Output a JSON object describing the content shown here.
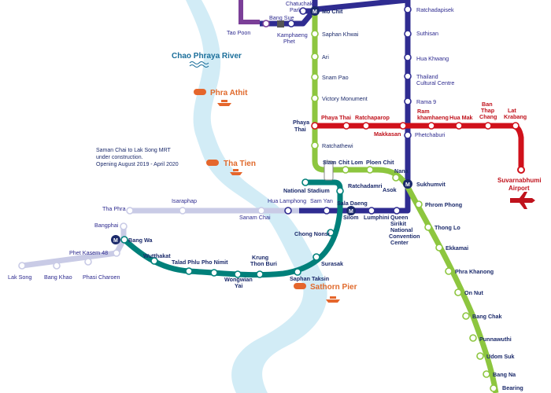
{
  "colors": {
    "river": "#d2ecf6",
    "sukhumvit_line": "#8dc63f",
    "silom_line": "#00807a",
    "mrt_blue": "#2f2c91",
    "mrt_purple": "#7b3f98",
    "airport_link": "#d0111b",
    "purple_ext": "#c9cbe6",
    "pier": "#e5662c"
  },
  "river": {
    "label": "Chao Phraya River"
  },
  "piers": [
    {
      "name": "Phra Athit"
    },
    {
      "name": "Tha Tien"
    },
    {
      "name": "Sathorn Pier"
    }
  ],
  "note": {
    "lines": [
      "Saman Chai to Lak Song MRT",
      "under construction.",
      "Opening August 2019 - April 2020"
    ]
  },
  "airport": {
    "lines": [
      "Suvarnabhumi",
      "Airport"
    ]
  },
  "stations": {
    "sukhumvit": [
      "Mo Chit",
      "Saphan Khwai",
      "Ari",
      "Snam Pao",
      "Victory Monument",
      "Phaya Thai",
      "Ratchathewi",
      "Siam",
      "Chit Lom",
      "Ploen Chit",
      "Nana",
      "Asok",
      "Phrom Phong",
      "Thong Lo",
      "Ekkamai",
      "Phra Khanong",
      "On Nut",
      "Bang Chak",
      "Punnawuthi",
      "Udom Suk",
      "Bang Na",
      "Bearing"
    ],
    "silom": [
      "National Stadium",
      "Ratchadamri",
      "Sala Daeng",
      "Chong Nonsi",
      "Surasak",
      "Saphan Taksin",
      "Krung Thon Buri",
      "Wongwian Yai",
      "Pho Nimit",
      "Talad Phlu",
      "Wutthakat",
      "Bang Wa"
    ],
    "mrt_blue": [
      "Ratchadapisek",
      "Suthisan",
      "Hua Khwang",
      "Thailand Cultural Centre",
      "Rama 9",
      "Phetchaburi",
      "Sukhumvit",
      "Queen Sirikit National Convention Center",
      "Lumphini",
      "Silom",
      "Sam Yan",
      "Hua Lamphong",
      "Chatuchak Park",
      "Bang Sue",
      "Kamphaeng Phet",
      "Tao Poon"
    ],
    "airport_link": [
      "Phaya Thai",
      "Ratchaparop",
      "Makkasan",
      "Ramkhamhaeng",
      "Hua Mak",
      "Ban Thap Chang",
      "Lat Krabang"
    ],
    "extension": [
      "Tha Phra",
      "Isaraphap",
      "Sanam Chai",
      "Bangphai",
      "Phet Kasem 48",
      "Lak Song",
      "Bang Khao",
      "Phasi Charoen"
    ]
  },
  "label_text": {
    "chatuchak": [
      "Chatuchak",
      "Park"
    ],
    "kamphaeng": [
      "Kamphaeng",
      "Phet"
    ],
    "thailand_cc": [
      "Thailand",
      "Cultural Centre"
    ],
    "phaya_thai_left": [
      "Phaya",
      "Thai"
    ],
    "ramkhamhaeng": [
      "Ram",
      "khamhaeng"
    ],
    "ban_thap_chang": [
      "Ban",
      "Thap",
      "Chang"
    ],
    "lat_krabang": [
      "Lat",
      "Krabang"
    ],
    "qsncc": [
      "Queen",
      "Sirikit",
      "National",
      "Convention",
      "Center"
    ],
    "krung_thon_buri": [
      "Krung",
      "Thon Buri"
    ],
    "wongwian_yai": [
      "Wongwian",
      "Yai"
    ]
  },
  "interchange_marker": "M"
}
